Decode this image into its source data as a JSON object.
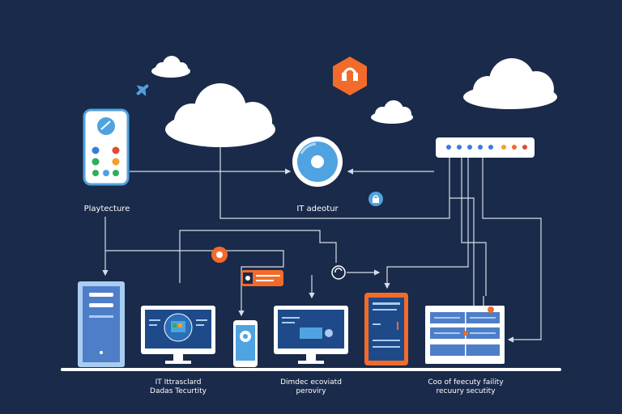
{
  "labels": {
    "left": "Playtecture",
    "center": "IT adeotur",
    "bottom_1_line1": "IT Ittrasclard",
    "bottom_1_line2": "Dadas Tecurtity",
    "bottom_2_line1": "Dimdec ecoviatd",
    "bottom_2_line2": "peroviry",
    "bottom_3_line1": "Coo of feecuty faility",
    "bottom_3_line2": "recuury secutity"
  },
  "icons": [
    "cloud-icon",
    "airplane-icon",
    "shield-lock-icon",
    "phone-app-icon",
    "disc-icon",
    "router-icon",
    "server-tower-icon",
    "monitor-icon",
    "smartphone-icon",
    "tablet-icon",
    "rack-server-icon",
    "gear-icon"
  ],
  "colors": {
    "background": "#1a2a4a",
    "wire": "#d7dde8",
    "accent_orange": "#f26b2a",
    "accent_blue": "#4fa3e0",
    "device_white": "#ffffff"
  }
}
